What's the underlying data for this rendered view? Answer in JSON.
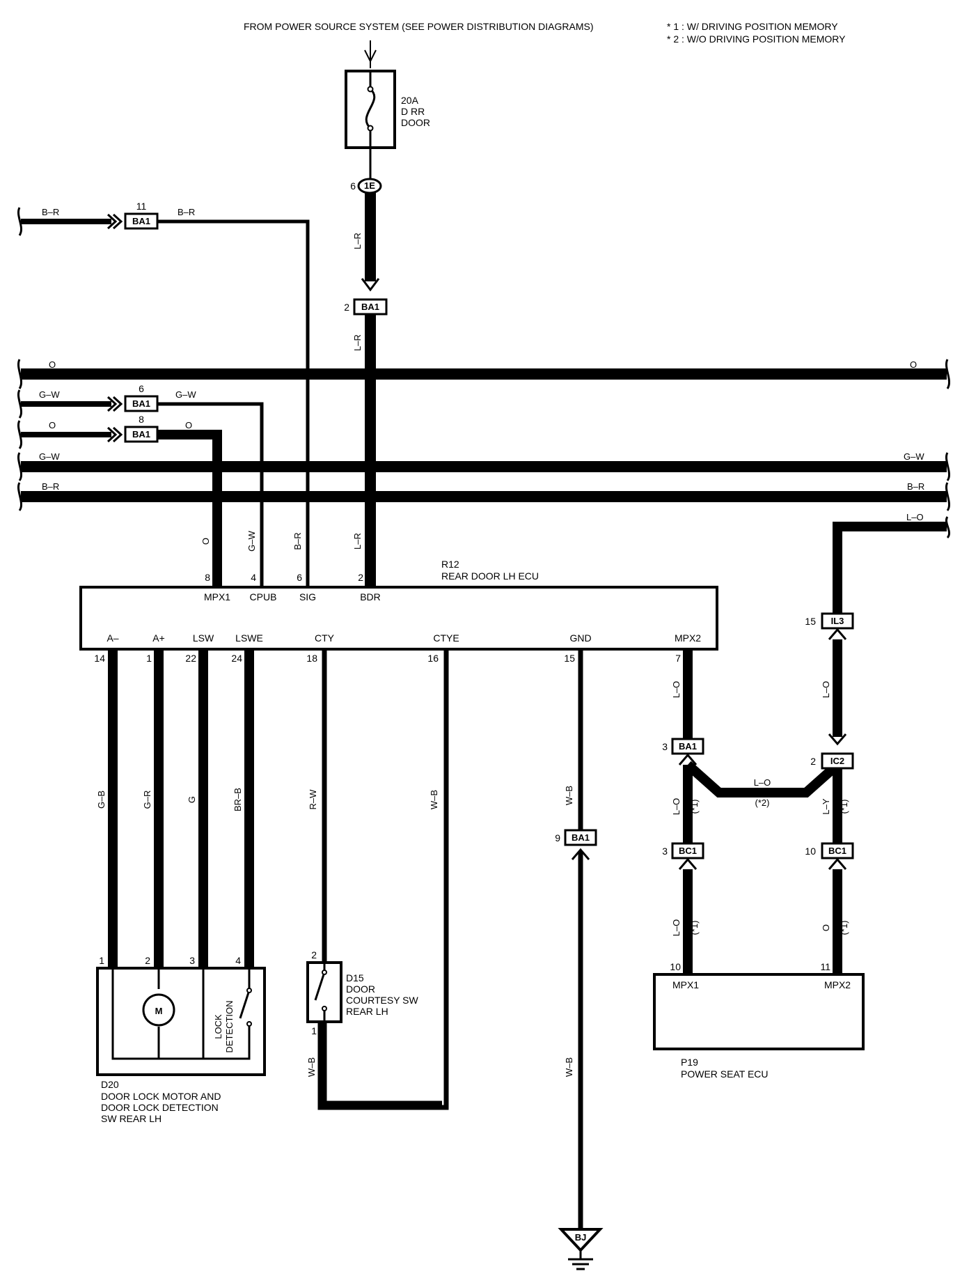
{
  "header": {
    "source": "FROM POWER SOURCE SYSTEM  (SEE POWER DISTRIBUTION DIAGRAMS)",
    "note1": "* 1 : W/ DRIVING POSITION MEMORY",
    "note2": "* 2 : W/O DRIVING POSITION MEMORY"
  },
  "fuse": {
    "rating": "20A",
    "name1": "D RR",
    "name2": "DOOR"
  },
  "junction": {
    "id": "1E",
    "pin": "6"
  },
  "ecu": {
    "code": "R12",
    "name": "REAR DOOR LH ECU",
    "top_pins": [
      {
        "pin": "8",
        "label": "MPX1",
        "wire": "O"
      },
      {
        "pin": "4",
        "label": "CPUB",
        "wire": "G–W"
      },
      {
        "pin": "6",
        "label": "SIG",
        "wire": "B–R"
      },
      {
        "pin": "2",
        "label": "BDR",
        "wire": "L–R"
      }
    ],
    "bottom_pins": [
      {
        "pin": "14",
        "label": "A–",
        "wire": "G–B"
      },
      {
        "pin": "1",
        "label": "A+",
        "wire": "G–R"
      },
      {
        "pin": "22",
        "label": "LSW",
        "wire": "G"
      },
      {
        "pin": "24",
        "label": "LSWE",
        "wire": "BR–B"
      },
      {
        "pin": "18",
        "label": "CTY",
        "wire": "R–W"
      },
      {
        "pin": "16",
        "label": "CTYE",
        "wire": "W–B"
      },
      {
        "pin": "15",
        "label": "GND",
        "wire": "W–B"
      },
      {
        "pin": "7",
        "label": "MPX2",
        "wire": "L–O"
      }
    ]
  },
  "wires": {
    "br": "B–R",
    "o": "O",
    "gw": "G–W",
    "lr": "L–R",
    "lo": "L–O",
    "ly": "L–Y",
    "wb": "W–B"
  },
  "connectors": {
    "ba1": "BA1",
    "bc1": "BC1",
    "ic2": "IC2",
    "il3": "IL3",
    "bj": "BJ"
  },
  "pins": {
    "ba1_br": "11",
    "ba1_lr": "2",
    "ba1_gw": "6",
    "ba1_o": "8",
    "ba1_mpx2": "3",
    "ba1_gnd": "9",
    "ic2": "2",
    "il3": "15",
    "bc1_left": "3",
    "bc1_right": "10",
    "p19_left": "10",
    "p19_right": "11",
    "d20_1": "1",
    "d20_2": "2",
    "d20_3": "3",
    "d20_4": "4",
    "d15_top": "2",
    "d15_bottom": "1"
  },
  "notes": {
    "n1": "(*1)",
    "n2": "(*2)"
  },
  "d20": {
    "code": "D20",
    "line1": "DOOR LOCK MOTOR AND",
    "line2": "DOOR LOCK DETECTION",
    "line3": "SW REAR LH",
    "motor": "M",
    "lock1": "LOCK",
    "lock2": "DETECTION"
  },
  "d15": {
    "code": "D15",
    "line1": "DOOR",
    "line2": "COURTESY SW",
    "line3": "REAR LH"
  },
  "p19": {
    "code": "P19",
    "name": "POWER SEAT ECU",
    "pin_left": "MPX1",
    "pin_right": "MPX2"
  }
}
